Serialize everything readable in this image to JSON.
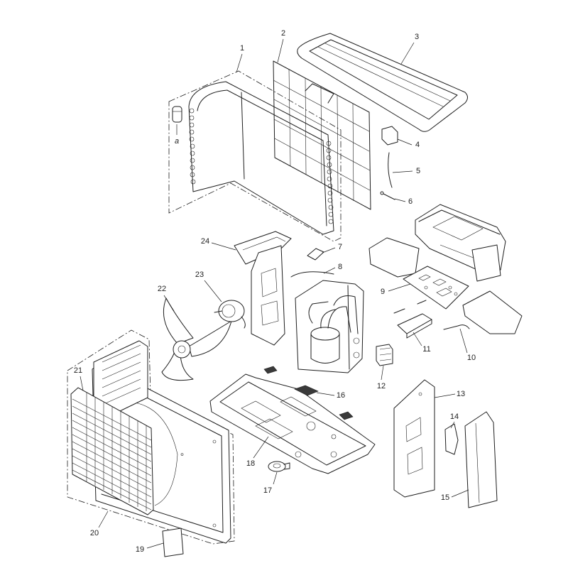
{
  "colors": {
    "ink": "#1e1e1e",
    "background": "#ffffff"
  },
  "labels": {
    "p1": "1",
    "p2": "2",
    "p3": "3",
    "p4": "4",
    "p5": "5",
    "p6": "6",
    "p7": "7",
    "p8": "8",
    "p9": "9",
    "p10": "10",
    "p11": "11",
    "p12": "12",
    "p13": "13",
    "p14": "14",
    "p15": "15",
    "p16": "16",
    "p17": "17",
    "p18": "18",
    "p19": "19",
    "p20": "20",
    "p21": "21",
    "p22": "22",
    "p23": "23",
    "p24": "24",
    "a": "a"
  }
}
